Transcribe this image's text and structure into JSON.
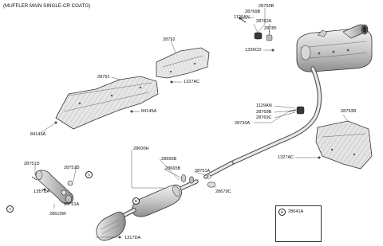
{
  "diagram": {
    "title": "(MUFFLER MAIN SINGLE-CR COATG)",
    "callout_a": "A",
    "callout_b": "B",
    "labels": {
      "p28750B": "28750B",
      "p1129AN_top": "1129AN",
      "p28769B_top": "28769B",
      "p28762A": "28762A",
      "p28785": "28785",
      "p1339CD": "1339CD",
      "p28792": "28792",
      "p28791": "28791",
      "p1327AC_top": "1327AC",
      "p84145A_right": "84145A",
      "p84145A_left": "84145A",
      "p1129AN_mid": "1129AN",
      "p28769B_mid": "28769B",
      "p28769C": "28769C",
      "p28730A": "28730A",
      "p28793R": "28793R",
      "p1327AC_right": "1327AC",
      "p28600H": "28600H",
      "p28665B_top": "28665B",
      "p28665B_mid": "28665B",
      "p28751A": "28751A",
      "p28679C": "28679C",
      "p28751D_left": "28751D",
      "p28751D_right": "28751D",
      "p1317DA_left": "1317DA",
      "p28761A": "28761A",
      "p28610W": "28610W",
      "p1317DA_bottom": "1317DA",
      "p28641A": "28641A"
    }
  }
}
